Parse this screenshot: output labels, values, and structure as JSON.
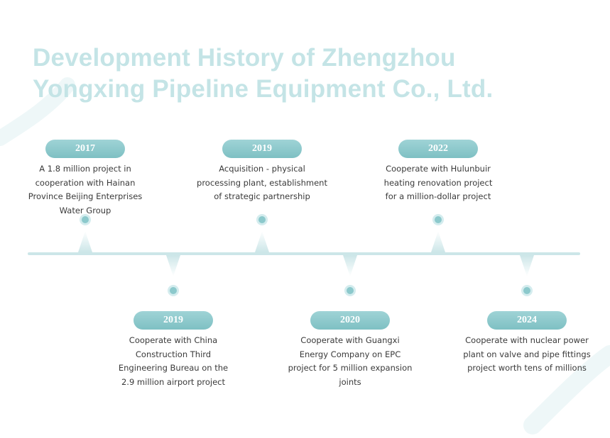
{
  "title": {
    "line1": "Development History of Zhengzhou",
    "line2": "Yongxing Pipeline Equipment Co., Ltd."
  },
  "colors": {
    "title": "#c4e4e6",
    "pill_top": "#9fd3d6",
    "pill_bottom": "#7ec0c3",
    "axis": "#cce6e8",
    "dot": "#8cc9cc",
    "text": "#3a3a3a"
  },
  "events": [
    {
      "year": "2017",
      "position": "top",
      "lines": [
        "A 1.8 million project in",
        "cooperation with Hainan",
        "Province Beijing Enterprises",
        "Water Group"
      ]
    },
    {
      "year": "2019",
      "position": "bottom",
      "lines": [
        "Cooperate with China",
        "Construction Third",
        "Engineering Bureau on the",
        "2.9 million airport project"
      ]
    },
    {
      "year": "2019",
      "position": "top",
      "lines": [
        "Acquisition - physical",
        "processing plant, establishment",
        "of strategic partnership"
      ]
    },
    {
      "year": "2020",
      "position": "bottom",
      "lines": [
        "Cooperate with Guangxi",
        "Energy Company on EPC",
        "project for 5 million expansion",
        "joints"
      ]
    },
    {
      "year": "2022",
      "position": "top",
      "lines": [
        "Cooperate with Hulunbuir",
        "heating renovation project",
        "for a million-dollar project"
      ]
    },
    {
      "year": "2024",
      "position": "bottom",
      "lines": [
        "Cooperate with nuclear power",
        "plant on valve and pipe fittings",
        "project worth tens of millions"
      ]
    }
  ]
}
